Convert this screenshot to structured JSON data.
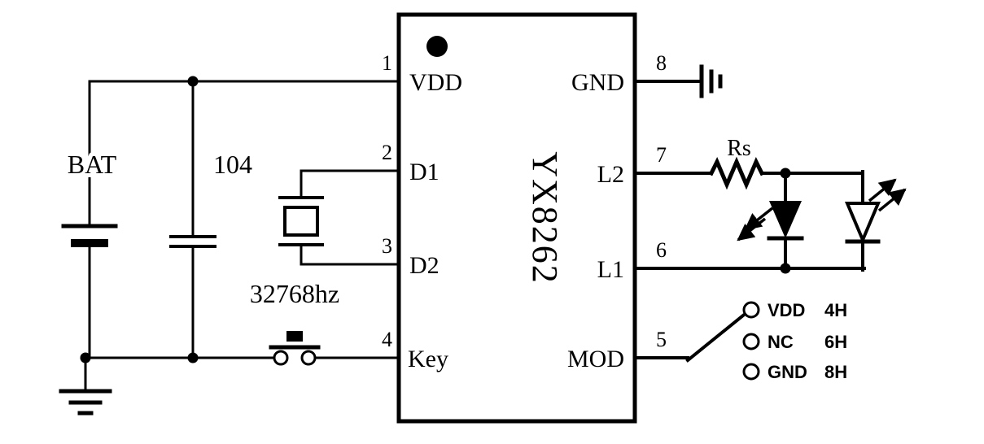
{
  "ic": {
    "part_number": "YX8262",
    "pins": {
      "left": [
        {
          "number": "1",
          "label": "VDD"
        },
        {
          "number": "2",
          "label": "D1"
        },
        {
          "number": "3",
          "label": "D2"
        },
        {
          "number": "4",
          "label": "Key"
        }
      ],
      "right": [
        {
          "number": "8",
          "label": "GND"
        },
        {
          "number": "7",
          "label": "L2"
        },
        {
          "number": "6",
          "label": "L1"
        },
        {
          "number": "5",
          "label": "MOD"
        }
      ]
    }
  },
  "labels": {
    "battery": "BAT",
    "capacitor": "104",
    "crystal": "32768hz",
    "resistor": "Rs"
  },
  "mod_options": [
    {
      "name": "VDD",
      "code": "4H"
    },
    {
      "name": "NC",
      "code": "6H"
    },
    {
      "name": "GND",
      "code": "8H"
    }
  ],
  "colors": {
    "ink": "#000000",
    "background": "#ffffff"
  }
}
